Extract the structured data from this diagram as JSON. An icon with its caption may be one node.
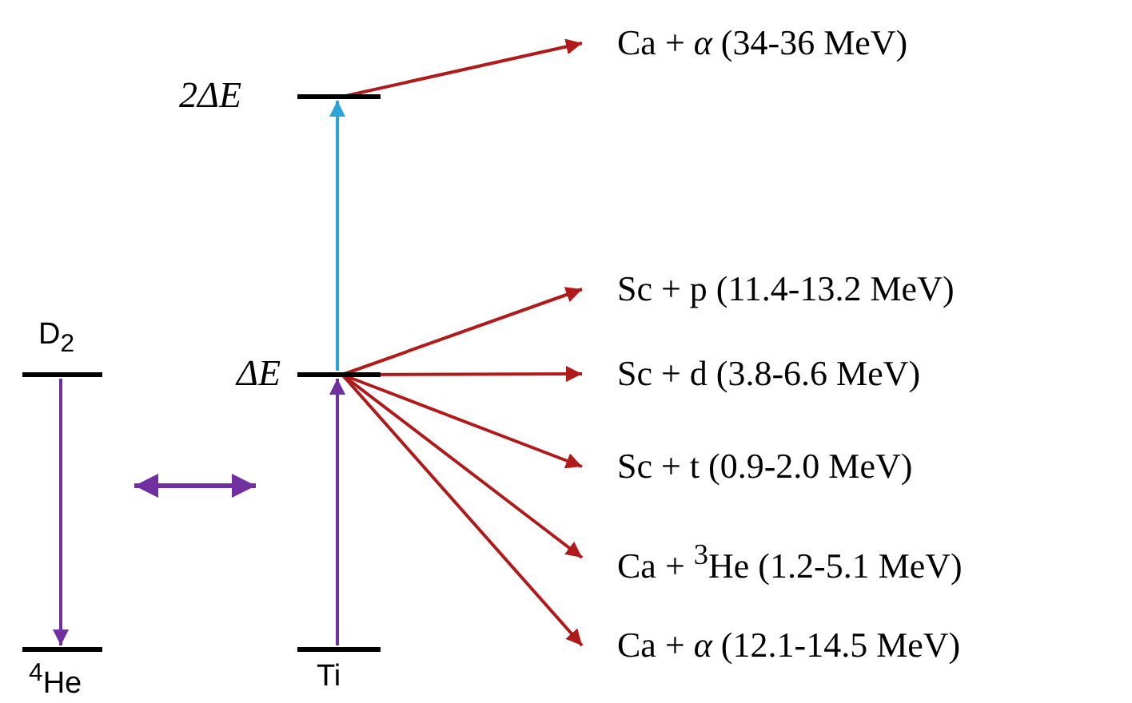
{
  "diagram": {
    "nodes": [
      {
        "text": [
          "D$_{2}$"
        ]
      },
      {
        "text": [
          "$^{4}$He"
        ]
      },
      {
        "text": [
          "Ti"
        ]
      },
      {
        "text": [
          "ΔE"
        ]
      },
      {
        "text": [
          "2ΔE"
        ]
      },
      {
        "text": [
          "Ca + *α* (34-36 MeV)"
        ]
      },
      {
        "text": [
          "Sc + p (11.4-13.2 MeV)"
        ]
      },
      {
        "text": [
          "Sc + d (3.8-6.6 MeV)"
        ]
      },
      {
        "text": [
          "Sc + t (0.9-2.0 MeV)"
        ]
      },
      {
        "text": [
          "Ca + $^{3}$He (1.2-5.1 MeV)"
        ]
      },
      {
        "text": [
          "Ca + *α* (12.1-14.5 MeV)"
        ]
      }
    ],
    "edges": [
      {
        "from": 0,
        "to": 1,
        "arrow": "to",
        "color": "#7030a0"
      },
      {
        "from": 2,
        "to": 3,
        "arrow": "to",
        "color": "#7030a0"
      },
      {
        "from": 3,
        "to": 4,
        "arrow": "to",
        "color": "#2aa5d6"
      },
      {
        "from": 4,
        "to": 5,
        "arrow": "to"
      },
      {
        "from": 3,
        "to": 6,
        "arrow": "to"
      },
      {
        "from": 3,
        "to": 7,
        "arrow": "to"
      },
      {
        "from": 3,
        "to": 8,
        "arrow": "to"
      },
      {
        "from": 3,
        "to": 9,
        "arrow": "to"
      },
      {
        "from": 3,
        "to": 10,
        "arrow": "to"
      }
    ]
  }
}
